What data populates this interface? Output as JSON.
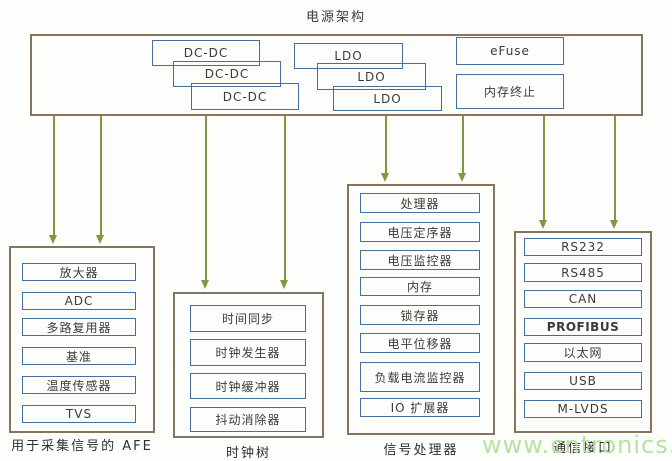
{
  "title": "电源架构",
  "power": {
    "dcdc": [
      "DC-DC",
      "DC-DC",
      "DC-DC"
    ],
    "ldo": [
      "LDO",
      "LDO",
      "LDO"
    ],
    "efuse": "eFuse",
    "memory_termination": "内存终止"
  },
  "groups": [
    {
      "label": "用于采集信号的 AFE",
      "items": [
        "放大器",
        "ADC",
        "多路复用器",
        "基准",
        "温度传感器",
        "TVS"
      ]
    },
    {
      "label": "时钟树",
      "items": [
        "时间同步",
        "时钟发生器",
        "时钟缓冲器",
        "抖动消除器"
      ]
    },
    {
      "label": "信号处理器",
      "items": [
        "处理器",
        "电压定序器",
        "电压监控器",
        "内存",
        "锁存器",
        "电平位移器",
        "负载电流监控器",
        "IO 扩展器"
      ]
    },
    {
      "label": "通信接口",
      "items": [
        "RS232",
        "RS485",
        "CAN",
        "PROFIBUS",
        "以太网",
        "USB",
        "M-LVDS"
      ]
    }
  ],
  "watermark": "www.cntronics.com",
  "colors": {
    "block_border_blue": "#41719c",
    "frame_border_brown": "#86755a",
    "arrow_green": "#7e9a41",
    "watermark_green": "#b7e2a3",
    "text": "#3b3b3b"
  }
}
